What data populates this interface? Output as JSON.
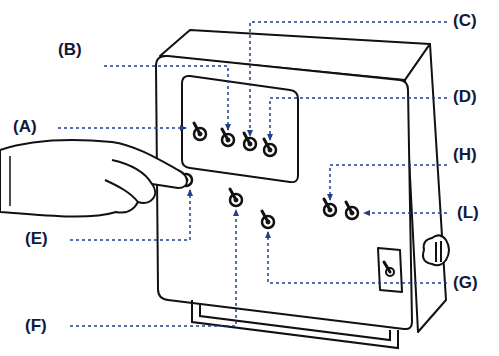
{
  "diagram": {
    "labels": [
      "(C)",
      "(B)",
      "(D)",
      "(A)",
      "(H)",
      "(L)",
      "(E)",
      "(G)",
      "(F)"
    ]
  }
}
